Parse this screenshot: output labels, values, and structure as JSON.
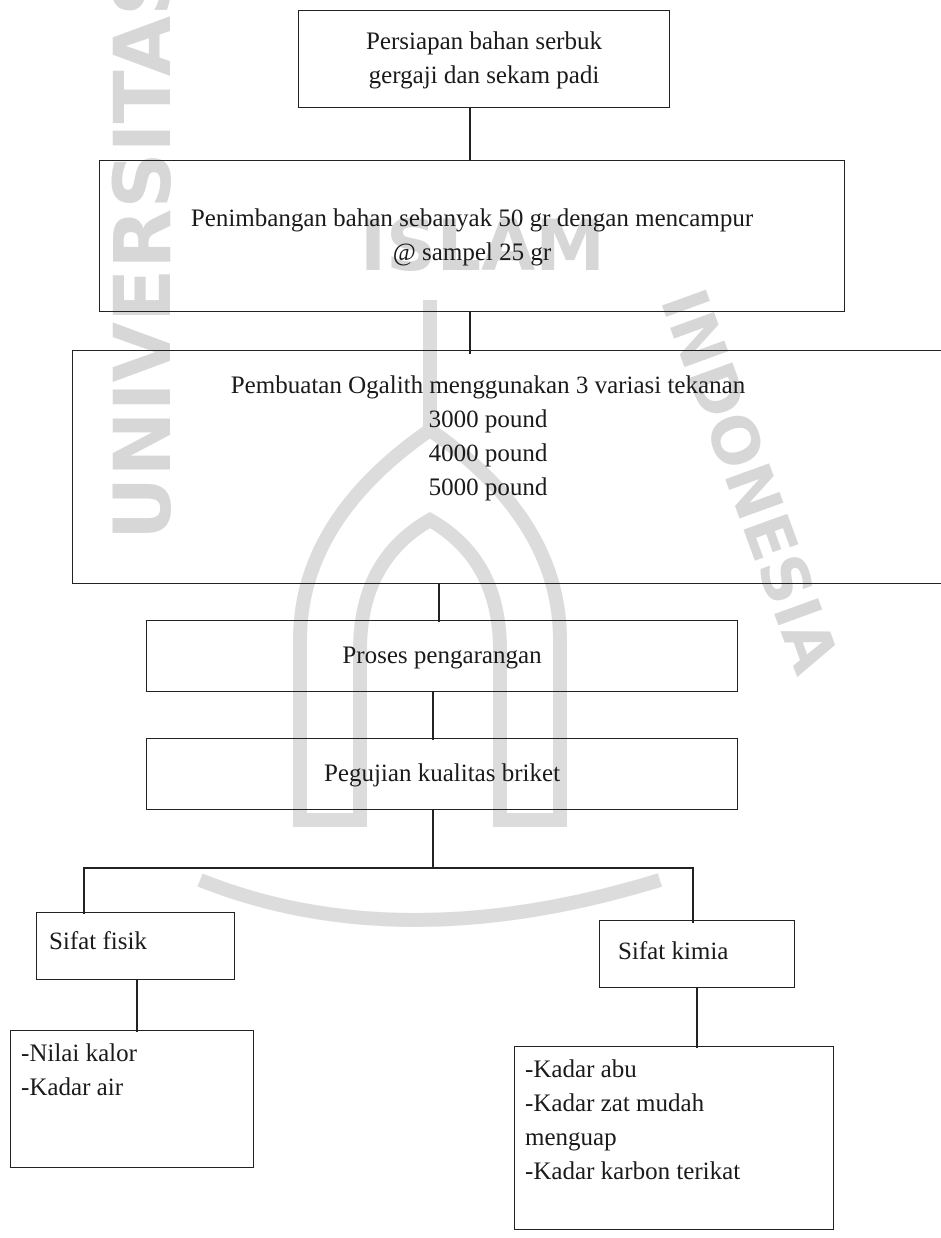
{
  "watermark": {
    "ring_text_left": "UNIVERSITAS",
    "ring_text_top": "ISLAM",
    "ring_text_right": "INDONESIA",
    "color": "#d9d9d9"
  },
  "flow": {
    "step1": {
      "line1": "Persiapan bahan serbuk",
      "line2": "gergaji dan sekam padi"
    },
    "step2": {
      "line1": "Penimbangan bahan sebanyak 50 gr dengan mencampur",
      "line2": "@ sampel 25 gr"
    },
    "step3": {
      "line1": "Pembuatan Ogalith menggunakan 3 variasi tekanan",
      "pressures": [
        "3000 pound",
        "4000 pound",
        "5000 pound"
      ]
    },
    "step4": {
      "label": "Proses pengarangan"
    },
    "step5": {
      "label": "Pegujian kualitas briket"
    },
    "branch_left": {
      "label": "Sifat fisik",
      "items": [
        "-Nilai kalor",
        "-Kadar air"
      ]
    },
    "branch_right": {
      "label": "Sifat kimia",
      "items": [
        "-Kadar abu",
        "-Kadar zat mudah",
        "menguap",
        "-Kadar karbon terikat"
      ]
    }
  }
}
